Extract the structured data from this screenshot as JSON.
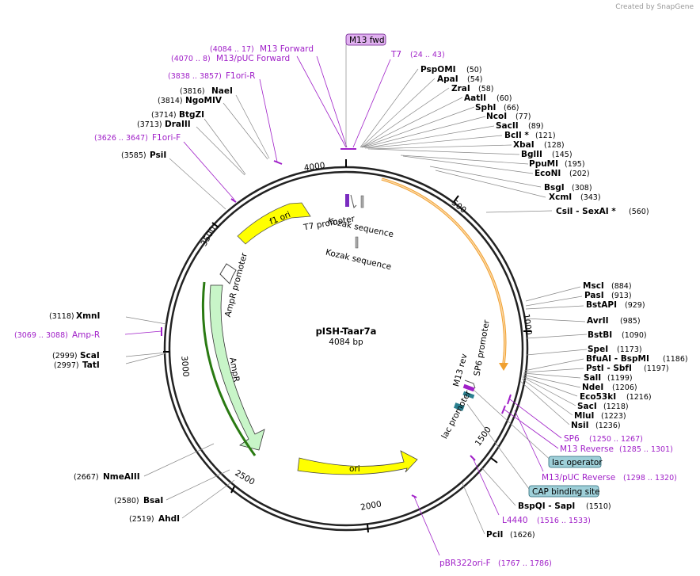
{
  "credit": "Created by SnapGene",
  "plasmid": {
    "name": "pISH-Taar7a",
    "size_label": "4084 bp"
  },
  "ticks": [
    "4000",
    "500",
    "1000",
    "1500",
    "2000",
    "2500",
    "3000",
    "3500"
  ],
  "enzymes_right": [
    {
      "name": "PspOMI",
      "pos": "(50)"
    },
    {
      "name": "ApaI",
      "pos": "(54)"
    },
    {
      "name": "ZraI",
      "pos": "(58)"
    },
    {
      "name": "AatII",
      "pos": "(60)"
    },
    {
      "name": "SphI",
      "pos": "(66)"
    },
    {
      "name": "NcoI",
      "pos": "(77)"
    },
    {
      "name": "SacII",
      "pos": "(89)"
    },
    {
      "name": "BclI *",
      "pos": "(121)"
    },
    {
      "name": "XbaI",
      "pos": "(128)"
    },
    {
      "name": "BglII",
      "pos": "(145)"
    },
    {
      "name": "PpuMI",
      "pos": "(195)"
    },
    {
      "name": "EcoNI",
      "pos": "(202)"
    },
    {
      "name": "BsgI",
      "pos": "(308)"
    },
    {
      "name": "XcmI",
      "pos": "(343)"
    },
    {
      "name": "CsiI  - SexAI *",
      "pos": "(560)"
    },
    {
      "name": "MscI",
      "pos": "(884)"
    },
    {
      "name": "PasI",
      "pos": "(913)"
    },
    {
      "name": "BstAPI",
      "pos": "(929)"
    },
    {
      "name": "AvrII",
      "pos": "(985)"
    },
    {
      "name": "BstBI",
      "pos": "(1090)"
    },
    {
      "name": "SpeI",
      "pos": "(1173)"
    },
    {
      "name": "BfuAI  - BspMI",
      "pos": "(1186)"
    },
    {
      "name": "PstI  - SbfI",
      "pos": "(1197)"
    },
    {
      "name": "SalI",
      "pos": "(1199)"
    },
    {
      "name": "NdeI",
      "pos": "(1206)"
    },
    {
      "name": "Eco53kI",
      "pos": "(1216)"
    },
    {
      "name": "SacI",
      "pos": "(1218)"
    },
    {
      "name": "MluI",
      "pos": "(1223)"
    },
    {
      "name": "NsiI",
      "pos": "(1236)"
    },
    {
      "name": "BspQI  - SapI",
      "pos": "(1510)"
    },
    {
      "name": "PciI",
      "pos": "(1626)"
    }
  ],
  "enzymes_left": [
    {
      "name": "NaeI",
      "pos": "(3816)"
    },
    {
      "name": "NgoMIV",
      "pos": "(3814)"
    },
    {
      "name": "BtgZI",
      "pos": "(3714)"
    },
    {
      "name": "DraIII",
      "pos": "(3713)"
    },
    {
      "name": "PsiI",
      "pos": "(3585)"
    },
    {
      "name": "XmnI",
      "pos": "(3118)"
    },
    {
      "name": "ScaI",
      "pos": "(2999)"
    },
    {
      "name": "TatI",
      "pos": "(2997)"
    },
    {
      "name": "NmeAIII",
      "pos": "(2667)"
    },
    {
      "name": "BsaI",
      "pos": "(2580)"
    },
    {
      "name": "AhdI",
      "pos": "(2519)"
    }
  ],
  "primers": [
    {
      "name": "M13 Forward",
      "pos": "(4084 .. 17)"
    },
    {
      "name": "M13/pUC Forward",
      "pos": "(4070 .. 8)"
    },
    {
      "name": "F1ori-R",
      "pos": "(3838 .. 3857)"
    },
    {
      "name": "F1ori-F",
      "pos": "(3626 .. 3647)"
    },
    {
      "name": "Amp-R",
      "pos": "(3069 .. 3088)"
    },
    {
      "name": "T7",
      "pos": "(24 .. 43)"
    },
    {
      "name": "SP6",
      "pos": "(1250 .. 1267)"
    },
    {
      "name": "M13 Reverse",
      "pos": "(1285 .. 1301)"
    },
    {
      "name": "M13/pUC Reverse",
      "pos": "(1298 .. 1320)"
    },
    {
      "name": "L4440",
      "pos": "(1516 .. 1533)"
    },
    {
      "name": "pBR322ori-F",
      "pos": "(1767 .. 1786)"
    }
  ],
  "boxed_features": [
    "M13 fwd",
    "lac operator",
    "CAP binding site"
  ],
  "map_features": [
    "f1 ori",
    "T7 promoter",
    "Kozak sequence",
    "Kozak sequence",
    "AmpR promoter",
    "AmpR",
    "ori",
    "M13 rev",
    "SP6 promoter",
    "lac promoter"
  ],
  "colors": {
    "primer": "#a020c8",
    "f1ori": "#ffff00",
    "ampr": "#c8f5c8",
    "orf": "#f0a030",
    "box": "#9ecfd8",
    "m13fwd": "#e0b0f0"
  }
}
